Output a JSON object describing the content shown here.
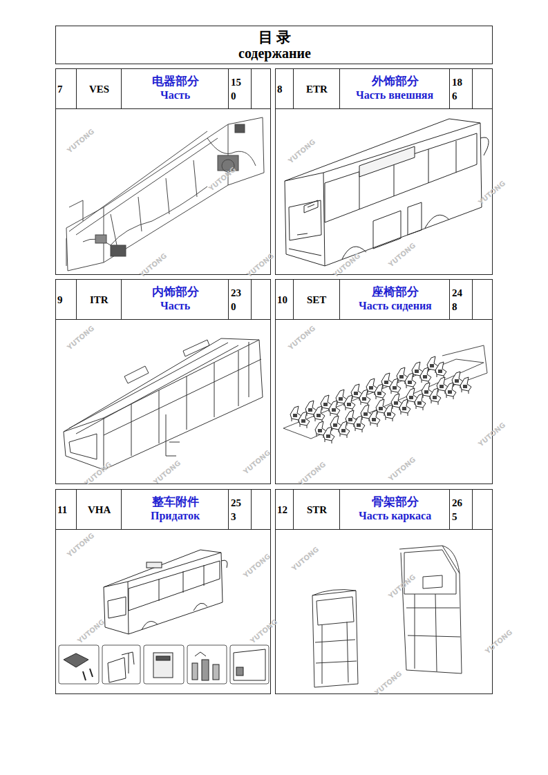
{
  "diagram": {
    "nodes": [
      {
        "text": [
          "目 录",
          "содержание"
        ]
      },
      {
        "text": [
          "7",
          "VES",
          "电器部分",
          "Часть",
          "150"
        ]
      },
      {
        "text": [
          "8",
          "ETR",
          "外饰部分",
          "Часть внешняя",
          "186"
        ]
      },
      {
        "text": [
          "9",
          "ITR",
          "内饰部分",
          "Часть",
          "230"
        ]
      },
      {
        "text": [
          "10",
          "SET",
          "座椅部分",
          "Часть сидения",
          "248"
        ]
      },
      {
        "text": [
          "11",
          "VHA",
          "整车附件",
          "Придаток",
          "253"
        ]
      },
      {
        "text": [
          "12",
          "STR",
          "骨架部分",
          "Часть каркаса",
          "265"
        ]
      }
    ],
    "labels": [
      "YUTONG",
      "YUTONG",
      "YUTONG",
      "YUTONG",
      "YUTONG",
      "YUTONG",
      "YUTONG",
      "YUTONG",
      "YUTONG",
      "YUTONG",
      "YUTONG",
      "YUTONG",
      "YUTONG",
      "YUTONG",
      "YUTONG",
      "YUTONG",
      "YUTONG",
      "YUTONG",
      "YUTONG",
      "YUTONG",
      "YUTONG",
      "YUTONG",
      "YUTONG",
      "YUTONG"
    ]
  }
}
